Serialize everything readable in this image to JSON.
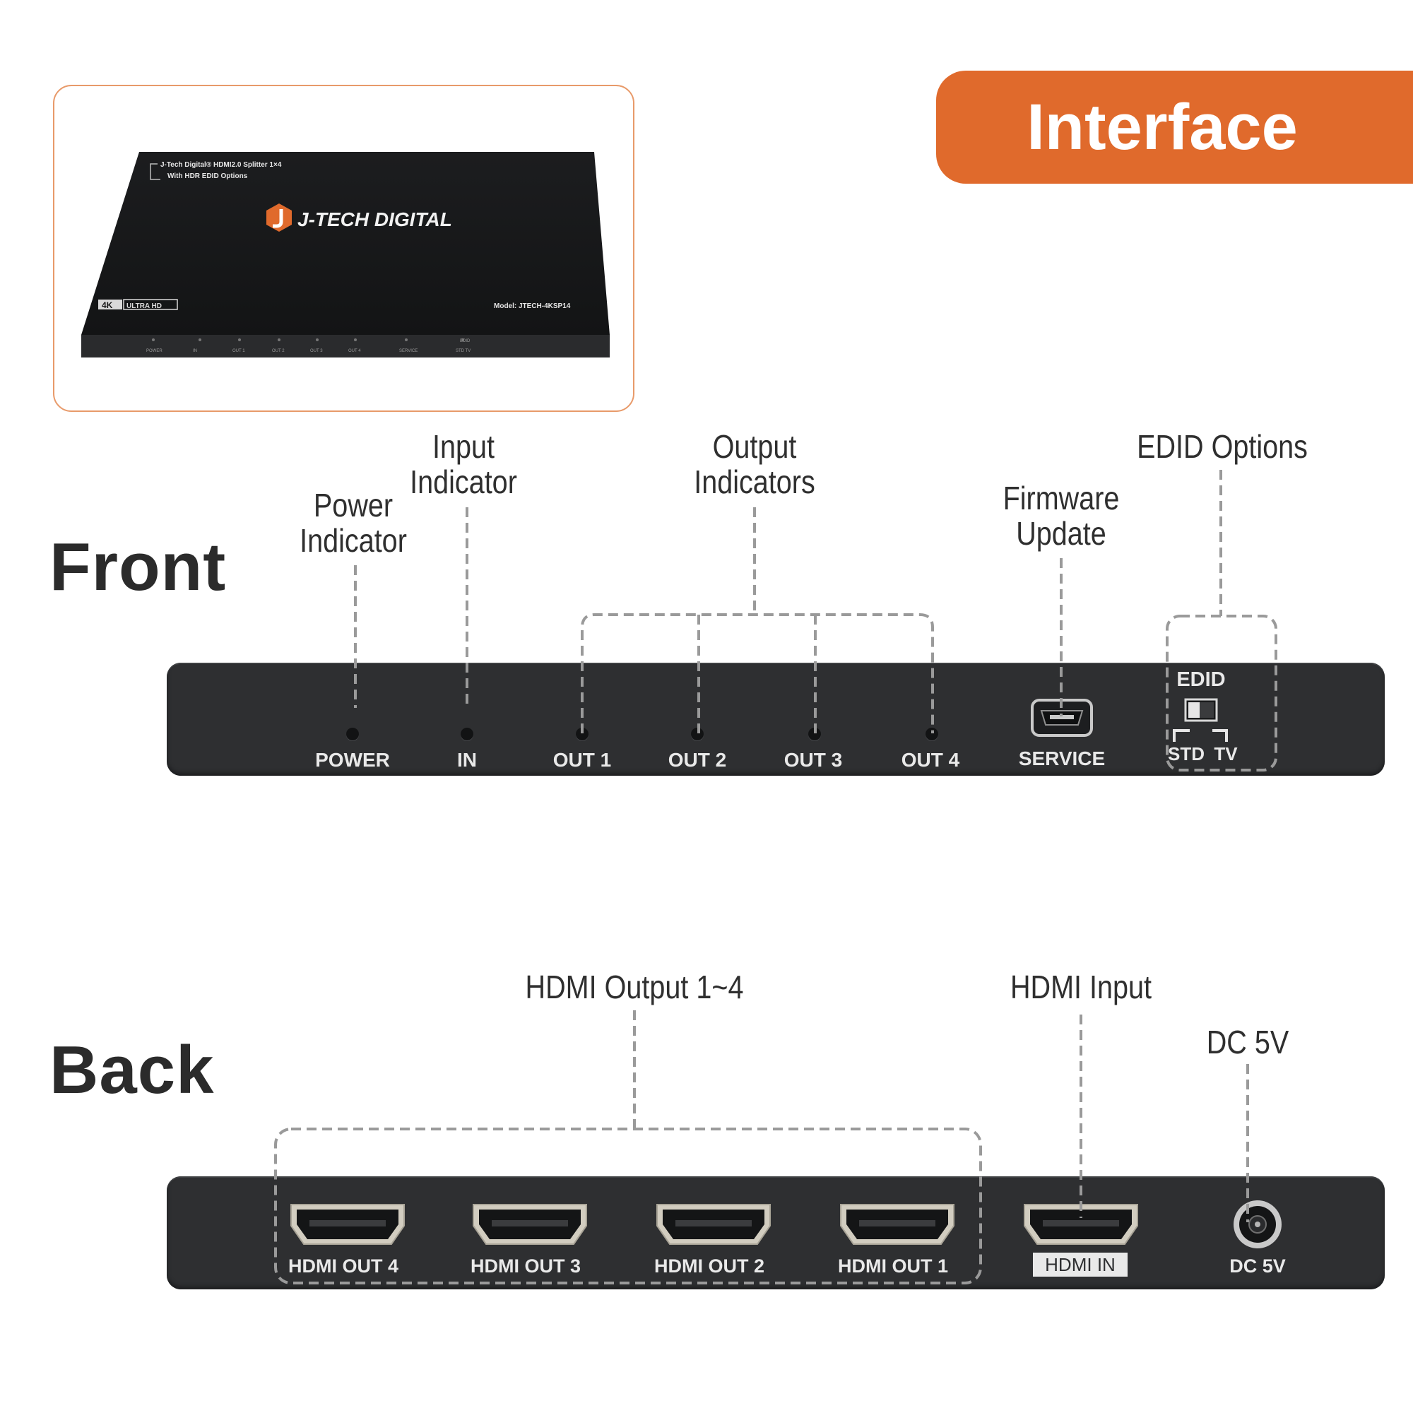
{
  "header": {
    "title": "Interface"
  },
  "product": {
    "brand_line": "J-Tech Digital® HDMI2.0 Splitter 1×4",
    "subtitle_line": "With HDR EDID Options",
    "logo_text": "J-TECH DIGITAL",
    "badge_4k": "4K",
    "badge_uhd": "ULTRA HD",
    "model": "Model: JTECH-4KSP14",
    "front_labels": [
      "POWER",
      "IN",
      "OUT 1",
      "OUT 2",
      "OUT 3",
      "OUT 4",
      "SERVICE",
      "STD  TV"
    ],
    "edid_small": "EDID"
  },
  "sections": {
    "front": "Front",
    "back": "Back"
  },
  "front_callouts": {
    "power": [
      "Power",
      "Indicator"
    ],
    "input": [
      "Input",
      "Indicator"
    ],
    "output": [
      "Output",
      "Indicators"
    ],
    "firmware": [
      "Firmware",
      "Update"
    ],
    "edid": [
      "EDID Options"
    ]
  },
  "front_panel": {
    "power": "POWER",
    "in": "IN",
    "out1": "OUT 1",
    "out2": "OUT 2",
    "out3": "OUT 3",
    "out4": "OUT 4",
    "service": "SERVICE",
    "edid": "EDID",
    "std": "STD",
    "tv": "TV"
  },
  "back_callouts": {
    "outputs": "HDMI Output 1~4",
    "input": "HDMI Input",
    "dc": "DC 5V"
  },
  "back_panel": {
    "out4": "HDMI OUT 4",
    "out3": "HDMI OUT 3",
    "out2": "HDMI OUT 2",
    "out1": "HDMI OUT 1",
    "in": "HDMI IN",
    "dc": "DC 5V"
  },
  "colors": {
    "accent": "#e06a2c",
    "panel": "#2e2f31",
    "dashed_line": "#9a9a9a"
  }
}
